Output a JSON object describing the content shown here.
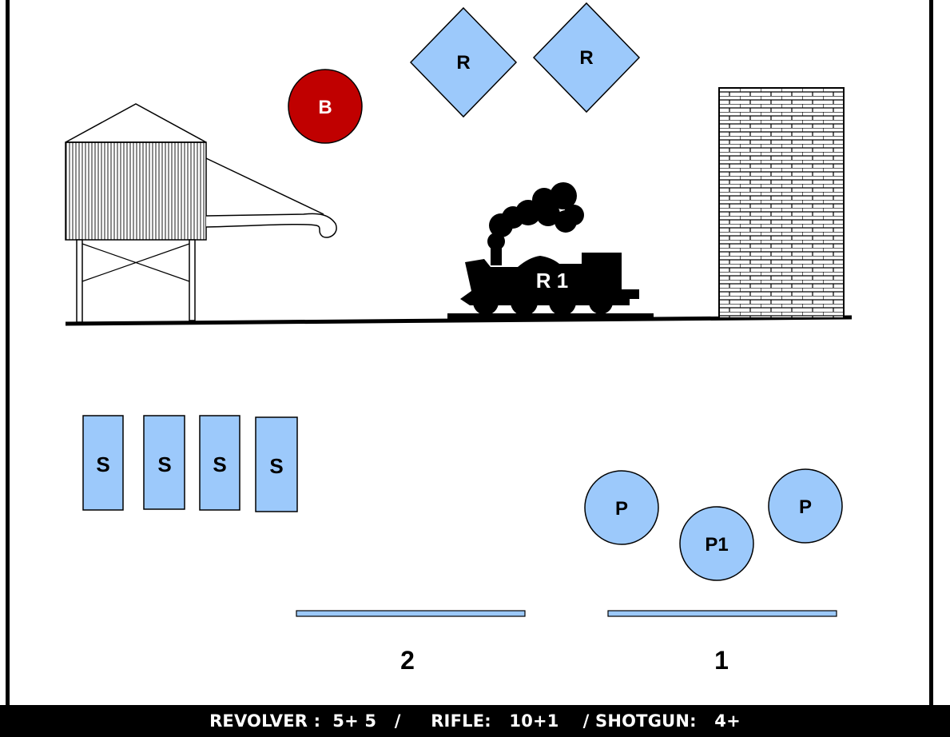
{
  "colors": {
    "target_fill": "#9cc9fb",
    "bonus_fill": "#c00000",
    "ink": "#000000"
  },
  "labels": {
    "bonus": "B",
    "rifle_a": "R",
    "rifle_b": "R",
    "train": "R 1",
    "shotgun_1": "S",
    "shotgun_2": "S",
    "shotgun_3": "S",
    "shotgun_4": "S",
    "pistol_left": "P",
    "pistol_center": "P1",
    "pistol_right": "P",
    "table_2": "2",
    "table_1": "1"
  },
  "footer": {
    "text": "REVOLVER :  5+ 5   /     RIFLE:   10+1    / SHOTGUN:   4+"
  }
}
